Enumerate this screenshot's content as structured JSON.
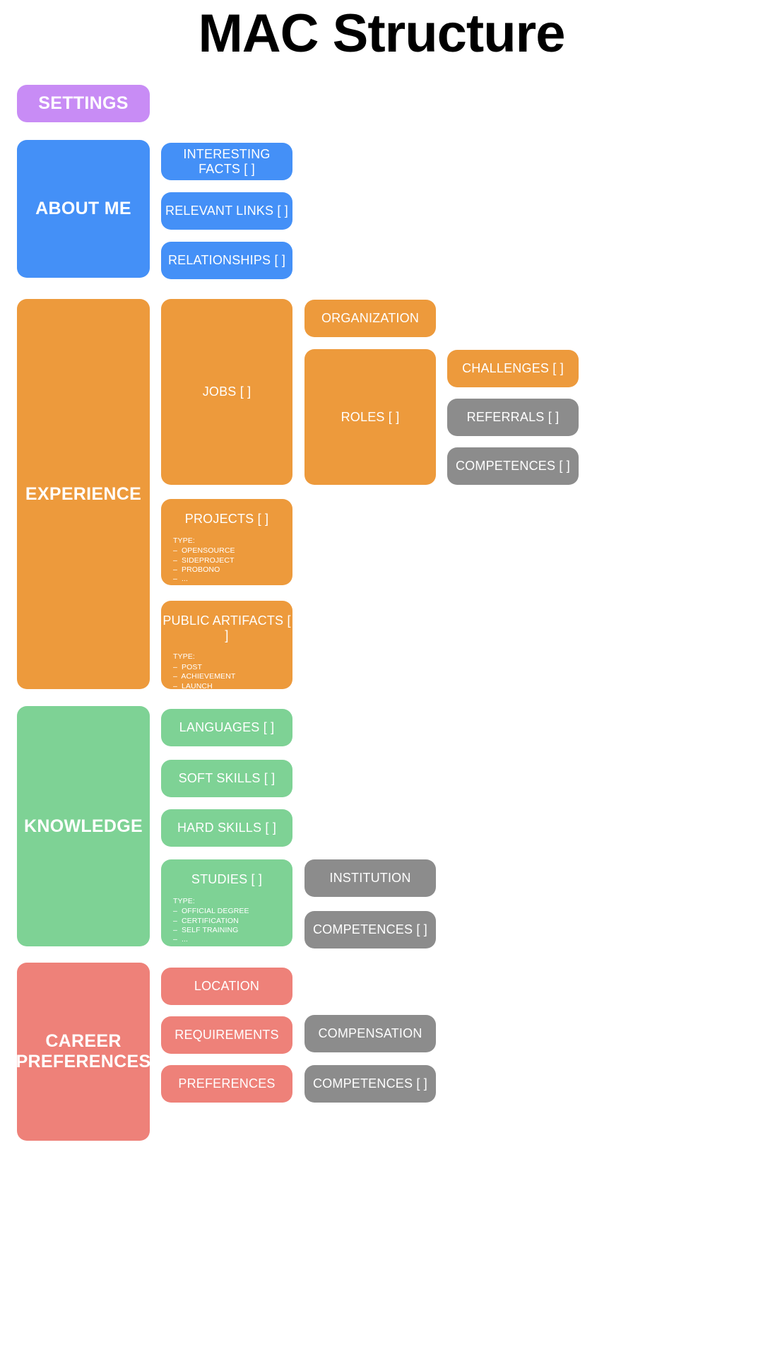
{
  "page": {
    "title": "MAC Structure",
    "background": "#ffffff"
  },
  "colors": {
    "purple": "#c88cf5",
    "blue": "#4490f7",
    "orange": "#ed9a3c",
    "green": "#7ed295",
    "red": "#ee8179",
    "gray": "#8c8c8c",
    "title_text": "#000000",
    "node_text": "#ffffff"
  },
  "nodes": {
    "settings": {
      "label": "SETTINGS"
    },
    "about_me": {
      "label": "ABOUT ME"
    },
    "interesting_facts": {
      "label": "INTERESTING FACTS [ ]"
    },
    "relevant_links": {
      "label": "RELEVANT LINKS [ ]"
    },
    "relationships": {
      "label": "RELATIONSHIPS [ ]"
    },
    "experience": {
      "label": "EXPERIENCE"
    },
    "jobs": {
      "label": "JOBS [ ]"
    },
    "organization": {
      "label": "ORGANIZATION"
    },
    "roles": {
      "label": "ROLES [ ]"
    },
    "challenges": {
      "label": "CHALLENGES [ ]"
    },
    "referrals": {
      "label": "REFERRALS [ ]"
    },
    "competences_exp": {
      "label": "COMPETENCES [ ]"
    },
    "projects": {
      "label": "PROJECTS [ ]",
      "type_head": "TYPE:",
      "type_items": [
        "–  OPENSOURCE",
        "–  SIDEPROJECT",
        "–  PROBONO",
        "–  ..."
      ]
    },
    "public_artifacts": {
      "label": "PUBLIC ARTIFACTS [ ]",
      "type_head": "TYPE:",
      "type_items": [
        "–  POST",
        "–  ACHIEVEMENT",
        "–  LAUNCH",
        "–  ..."
      ]
    },
    "knowledge": {
      "label": "KNOWLEDGE"
    },
    "languages": {
      "label": "LANGUAGES [ ]"
    },
    "soft_skills": {
      "label": "SOFT SKILLS [ ]"
    },
    "hard_skills": {
      "label": "HARD SKILLS [ ]"
    },
    "studies": {
      "label": "STUDIES [ ]",
      "type_head": "TYPE:",
      "type_items": [
        "–  OFFICIAL DEGREE",
        "–  CERTIFICATION",
        "–  SELF TRAINING",
        "–  ..."
      ]
    },
    "institution": {
      "label": "INSTITUTION"
    },
    "competences_know": {
      "label": "COMPETENCES [ ]"
    },
    "career_preferences": {
      "label": "CAREER\nPREFERENCES",
      "line1": "CAREER",
      "line2": "PREFERENCES"
    },
    "location": {
      "label": "LOCATION"
    },
    "requirements": {
      "label": "REQUIREMENTS"
    },
    "compensation": {
      "label": "COMPENSATION"
    },
    "preferences": {
      "label": "PREFERENCES"
    },
    "competences_career": {
      "label": "COMPETENCES [ ]"
    }
  }
}
